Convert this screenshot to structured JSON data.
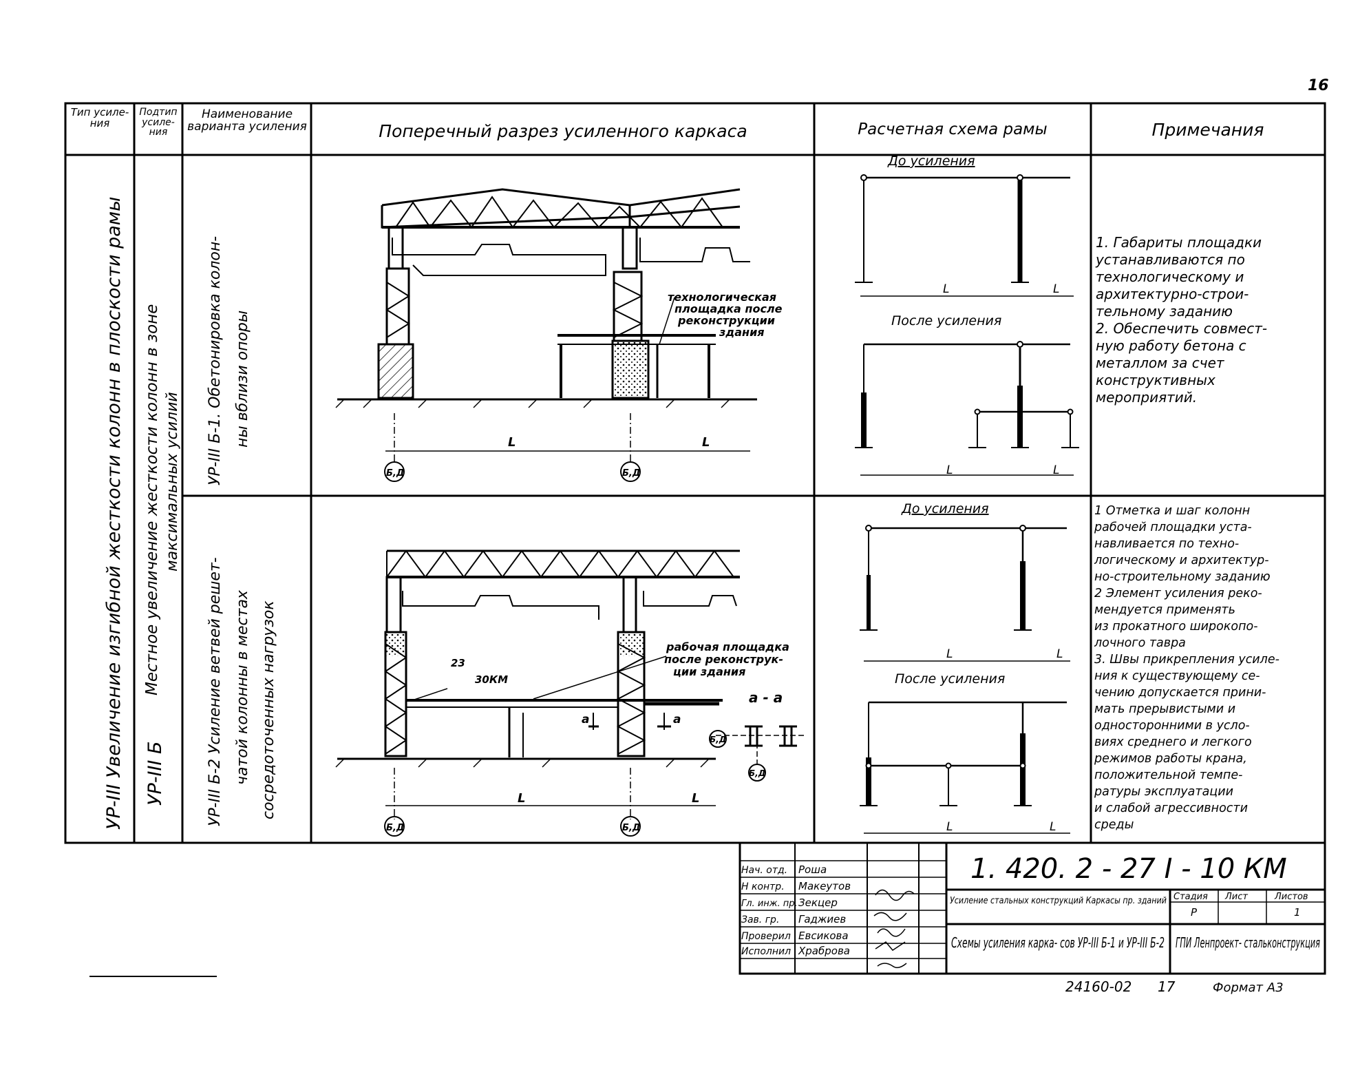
{
  "sheet_number": "16",
  "headers": {
    "type": "Тип усиле- ния",
    "subtype": "Подтип усиле- ния",
    "variant": "Наименование варианта усиления",
    "section": "Поперечный разрез усиленного каркаса",
    "scheme": "Расчетная схема рамы",
    "notes": "Примечания"
  },
  "left_col": {
    "type_text": "УР-III  Увеличение изгибной жесткости колонн в плоскости рамы",
    "subtype_code": "УР-III Б",
    "subtype_text_1": "Местное увеличение жесткости колонн в зоне",
    "subtype_text_2": "максимальных усилий"
  },
  "row1": {
    "variant_line1": "УР-III Б-1. Обетонировка колон-",
    "variant_line2": "ны вблизи опоры",
    "callout": [
      "технологическая",
      "площадка после",
      "реконструкции",
      "здания"
    ],
    "axis_label": "Б,Д",
    "span_label": "L",
    "before_label": "До усиления",
    "after_label": "После усиления",
    "notes": "1. Габариты площадки\n   устанавливаются по\n   технологическому и\n   архитектурно-строи-\n   тельному заданию\n2. Обеспечить совмест-\n   ную работу бетона с\n   металлом за счет\n   конструктивных\n   мероприятий."
  },
  "row2": {
    "variant_line1": "УР-III Б-2  Усиление ветвей решет-",
    "variant_line2": "чатой колонны в местах",
    "variant_line3": "сосредоточенных нагрузок",
    "callout": [
      "рабочая площадка",
      "после реконструк-",
      "ции здания"
    ],
    "weld_top": "23",
    "weld_bottom": "30КМ",
    "section_label": "а - а",
    "cut_mark": "а",
    "axis_label": "Б,Д",
    "span_label": "L",
    "before_label": "До усиления",
    "after_label": "После усиления",
    "notes": "1 Отметка и шаг колонн\n  рабочей площадки уста-\n  навливается по техно-\n  логическому и архитектур-\n  но-строительному заданию\n2 Элемент усиления реко-\n  мендуется применять\n  из прокатного широкопо-\n  лочного тавра\n3. Швы прикрепления усиле-\n  ния к существующему се-\n  чению допускается прини-\n  мать прерывистыми и\n  односторонними в усло-\n  виях среднего и легкого\n  режимов работы крана,\n  положительной темпе-\n  ратуры эксплуатации\n  и слабой агрессивности\n  среды"
  },
  "title_block": {
    "doc_code": "1. 420. 2 - 27 I - 10 КМ",
    "roles": [
      "Нач. отд.",
      "Н контр.",
      "Гл. инж. пр.",
      "Зав. гр.",
      "Проверил",
      "Исполнил"
    ],
    "names": [
      "Роша",
      "Макеутов",
      "Зекцер",
      "Гаджиев",
      "Евсикова",
      "Храброва"
    ],
    "series_title": "Усиление стальных конструкций Каркасы пр. зданий",
    "stage_label": "Стадия",
    "sheet_label": "Лист",
    "sheets_label": "Листов",
    "stage_value": "Р",
    "sheets_value": "1",
    "sheet_title": "Схемы усиления карка- сов УР-III Б-1 и УР-III Б-2",
    "org": "ГПИ Ленпроект- стальконструкция",
    "inv_number": "24160-02",
    "inv_page": "17",
    "format_text": "Формат А3"
  }
}
